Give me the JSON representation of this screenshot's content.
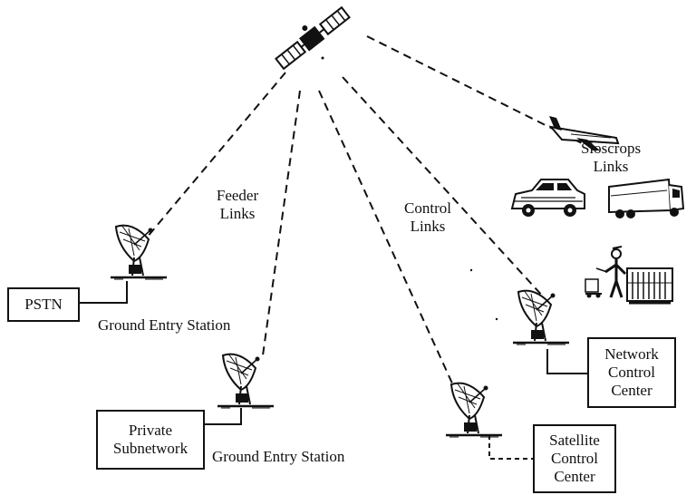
{
  "labels": {
    "feeder_links": [
      "Feeder",
      "Links"
    ],
    "control_links": [
      "Control",
      "Links"
    ],
    "mobile_links": [
      "Sloscrops",
      "Links"
    ],
    "ground_entry_station_1": "Ground Entry Station",
    "ground_entry_station_2": "Ground Entry Station"
  },
  "boxes": {
    "pstn": [
      "PSTN"
    ],
    "private_subnetwork": [
      "Private",
      "Subnetwork"
    ],
    "network_control_center": [
      "Network",
      "Control",
      "Center"
    ],
    "satellite_control_center": [
      "Satellite",
      "Control",
      "Center"
    ]
  },
  "icons": [
    "satellite-icon",
    "satellite-dish-icon",
    "airplane-icon",
    "car-icon",
    "truck-icon",
    "person-icon",
    "cargo-container-icon"
  ],
  "colors": {
    "ink": "#111111",
    "background": "#ffffff"
  }
}
